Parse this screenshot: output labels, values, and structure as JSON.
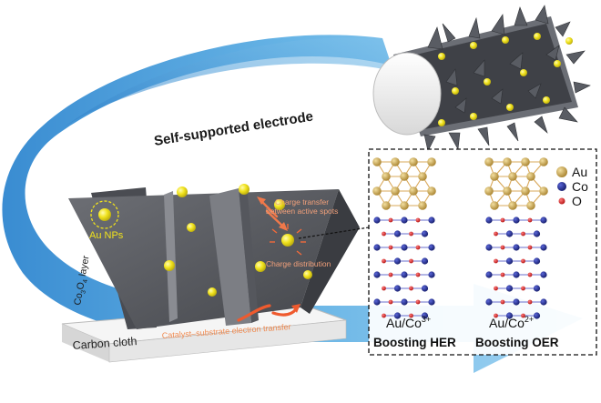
{
  "labels": {
    "electrode": "Self-supported electrode",
    "au_nps": "Au NPs",
    "co3o4_layer": "Co",
    "co3o4_sub": "3",
    "co3o4_o": "O",
    "co3o4_sub2": "4",
    "co3o4_tail": " layer",
    "charge_transfer_1": "Charge transfer",
    "charge_transfer_2": "between active spots",
    "charge_distribution": "Charge distribution",
    "carbon_cloth": "Carbon cloth",
    "catalyst_transfer": "Catalyst–substrate electron transfer",
    "au_co3": "Au/Co",
    "au_co3_sup": "3+",
    "au_co2": "Au/Co",
    "au_co2_sup": "2+",
    "boosting_her": "Boosting HER",
    "boosting_oer": "Boosting OER"
  },
  "legend": [
    {
      "label": "Au",
      "color": "#c9a24a"
    },
    {
      "label": "Co",
      "color": "#1f2a8a"
    },
    {
      "label": "O",
      "color": "#d42424"
    }
  ],
  "colors": {
    "arrow": "#4fa3dd",
    "sheet": "#55575d",
    "nanoparticle": "#f0e21c",
    "carbon_cloth": "#eeeeee",
    "annotation": "#f08a50"
  }
}
